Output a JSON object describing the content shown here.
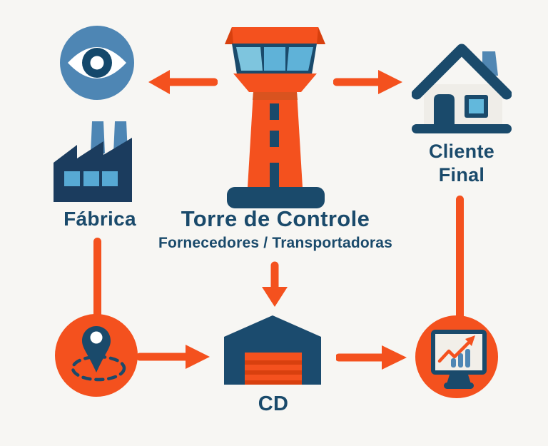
{
  "palette": {
    "background": "#F7F6F3",
    "orange": "#F4511E",
    "orange_dark": "#D8400E",
    "navy": "#1A4A6B",
    "navy_deep": "#1B3C5E",
    "blue_mid": "#4E86B4",
    "blue_light": "#5FB2D8",
    "blue_pane_light": "#7EC5DE",
    "house_body": "#EFEDE8",
    "screen": "#F2EFE9"
  },
  "tower": {
    "title": "Torre de Controle",
    "subtitle": "Fornecedores / Transportadoras",
    "icon": "control-tower-icon"
  },
  "nodes": {
    "visibility": {
      "icon": "eye-icon"
    },
    "factory": {
      "icon": "factory-icon",
      "label": "Fábrica"
    },
    "cliente": {
      "icon": "house-icon",
      "line1": "Cliente",
      "line2": "Final"
    },
    "tracking": {
      "icon": "location-pin-icon"
    },
    "cd": {
      "icon": "warehouse-icon",
      "label": "CD"
    },
    "analytics": {
      "icon": "analytics-monitor-icon"
    }
  },
  "connections": [
    {
      "from": "tower",
      "to": "visibility",
      "style": "arrow-left"
    },
    {
      "from": "tower",
      "to": "cliente",
      "style": "arrow-right"
    },
    {
      "from": "tower",
      "to": "cd",
      "style": "arrow-down"
    },
    {
      "from": "factory",
      "to": "tracking",
      "style": "line-down"
    },
    {
      "from": "tracking",
      "to": "cd",
      "style": "arrow-right"
    },
    {
      "from": "cd",
      "to": "analytics",
      "style": "arrow-right"
    },
    {
      "from": "cliente",
      "to": "analytics",
      "style": "line-down"
    }
  ]
}
